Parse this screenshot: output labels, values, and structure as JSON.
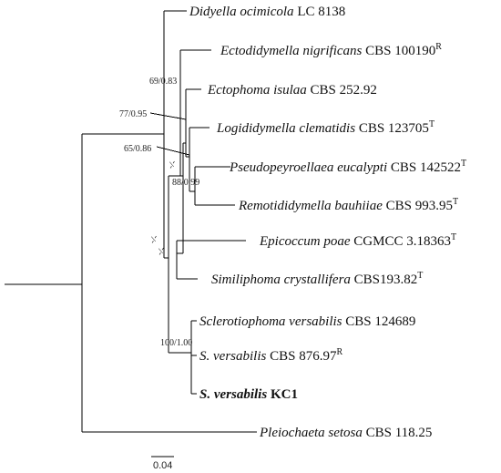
{
  "taxa": {
    "didyella": {
      "genus_species": "Didyella ocimicola",
      "strain": "LC 8138",
      "type_mark": ""
    },
    "ectodidymella": {
      "genus_species": "Ectodidymella nigrificans",
      "strain": "CBS 100190",
      "type_mark": "R"
    },
    "ectophoma": {
      "genus_species": "Ectophoma isulaa",
      "strain": "CBS 252.92",
      "type_mark": ""
    },
    "logididymella": {
      "genus_species": "Logididymella clematidis",
      "strain": "CBS 123705",
      "type_mark": "T"
    },
    "pseudopeyroellaea": {
      "genus_species": "Pseudopeyroellaea eucalypti",
      "strain": "CBS 142522",
      "type_mark": "T"
    },
    "remotididymella": {
      "genus_species": "Remotididymella bauhiiae",
      "strain": "CBS 993.95",
      "type_mark": "T"
    },
    "epicoccum": {
      "genus_species": "Epicoccum poae",
      "strain": "CGMCC 3.18363",
      "type_mark": "T"
    },
    "similiphoma": {
      "genus_species": "Similiphoma crystallifera",
      "strain": "CBS193.82",
      "type_mark": "T"
    },
    "sclerotiophoma": {
      "genus_species": "Sclerotiophoma versabilis",
      "strain": "CBS 124689",
      "type_mark": ""
    },
    "sversabilis_ref": {
      "genus_species": "S. versabilis",
      "strain": "CBS 876.97",
      "type_mark": "R"
    },
    "sversabilis_kc1": {
      "genus_species": "S. versabilis",
      "strain": "KC1",
      "type_mark": ""
    },
    "pleiochaeta": {
      "genus_species": "Pleiochaeta setosa",
      "strain": "CBS 118.25",
      "type_mark": ""
    }
  },
  "support": {
    "node_69": "69/0.83",
    "node_77": "77/0.95",
    "node_65": "65/0.86",
    "node_88": "88/0.99",
    "node_dash_a": "-/-",
    "node_dash_b": "-/-",
    "node_dash_c": "-/-",
    "node_100": "100/1.00"
  },
  "scale_bar": {
    "label": "0.04"
  }
}
